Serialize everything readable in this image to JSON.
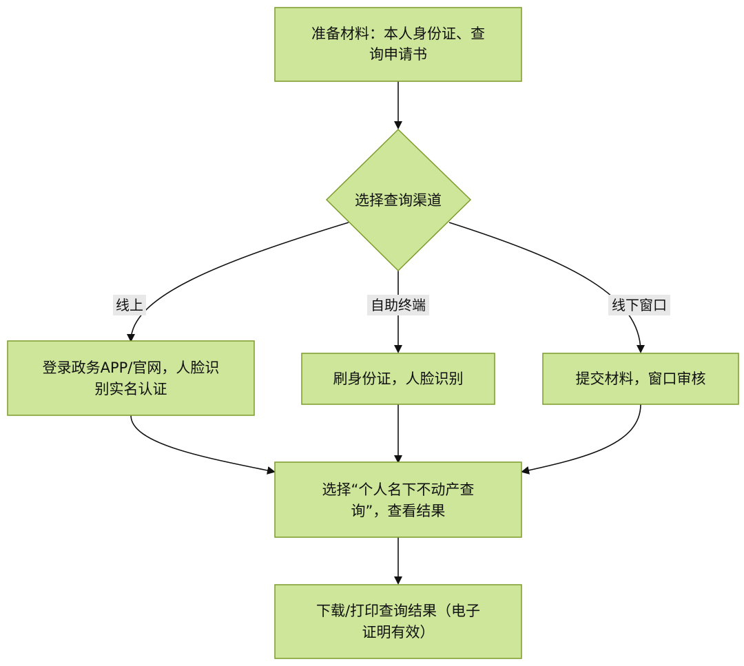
{
  "colors": {
    "node_fill": "#cde69a",
    "node_stroke": "#7d9b2a",
    "edge": "#111111",
    "edge_label_bg": "#e8e8e8",
    "background": "#ffffff"
  },
  "nodes": {
    "prepare": {
      "lines": [
        "准备材料：本人身份证、查",
        "询申请书"
      ]
    },
    "choose_channel": {
      "lines": [
        "选择查询渠道"
      ]
    },
    "online": {
      "lines": [
        "登录政务APP/官网，人脸识",
        "别实名认证"
      ]
    },
    "kiosk": {
      "lines": [
        "刷身份证，人脸识别"
      ]
    },
    "counter": {
      "lines": [
        "提交材料，窗口审核"
      ]
    },
    "select_query": {
      "lines": [
        "选择“个人名下不动产查",
        "询”，查看结果"
      ]
    },
    "download": {
      "lines": [
        "下载/打印查询结果（电子",
        "证明有效）"
      ]
    }
  },
  "edge_labels": {
    "online": "线上",
    "kiosk": "自助终端",
    "counter": "线下窗口"
  }
}
